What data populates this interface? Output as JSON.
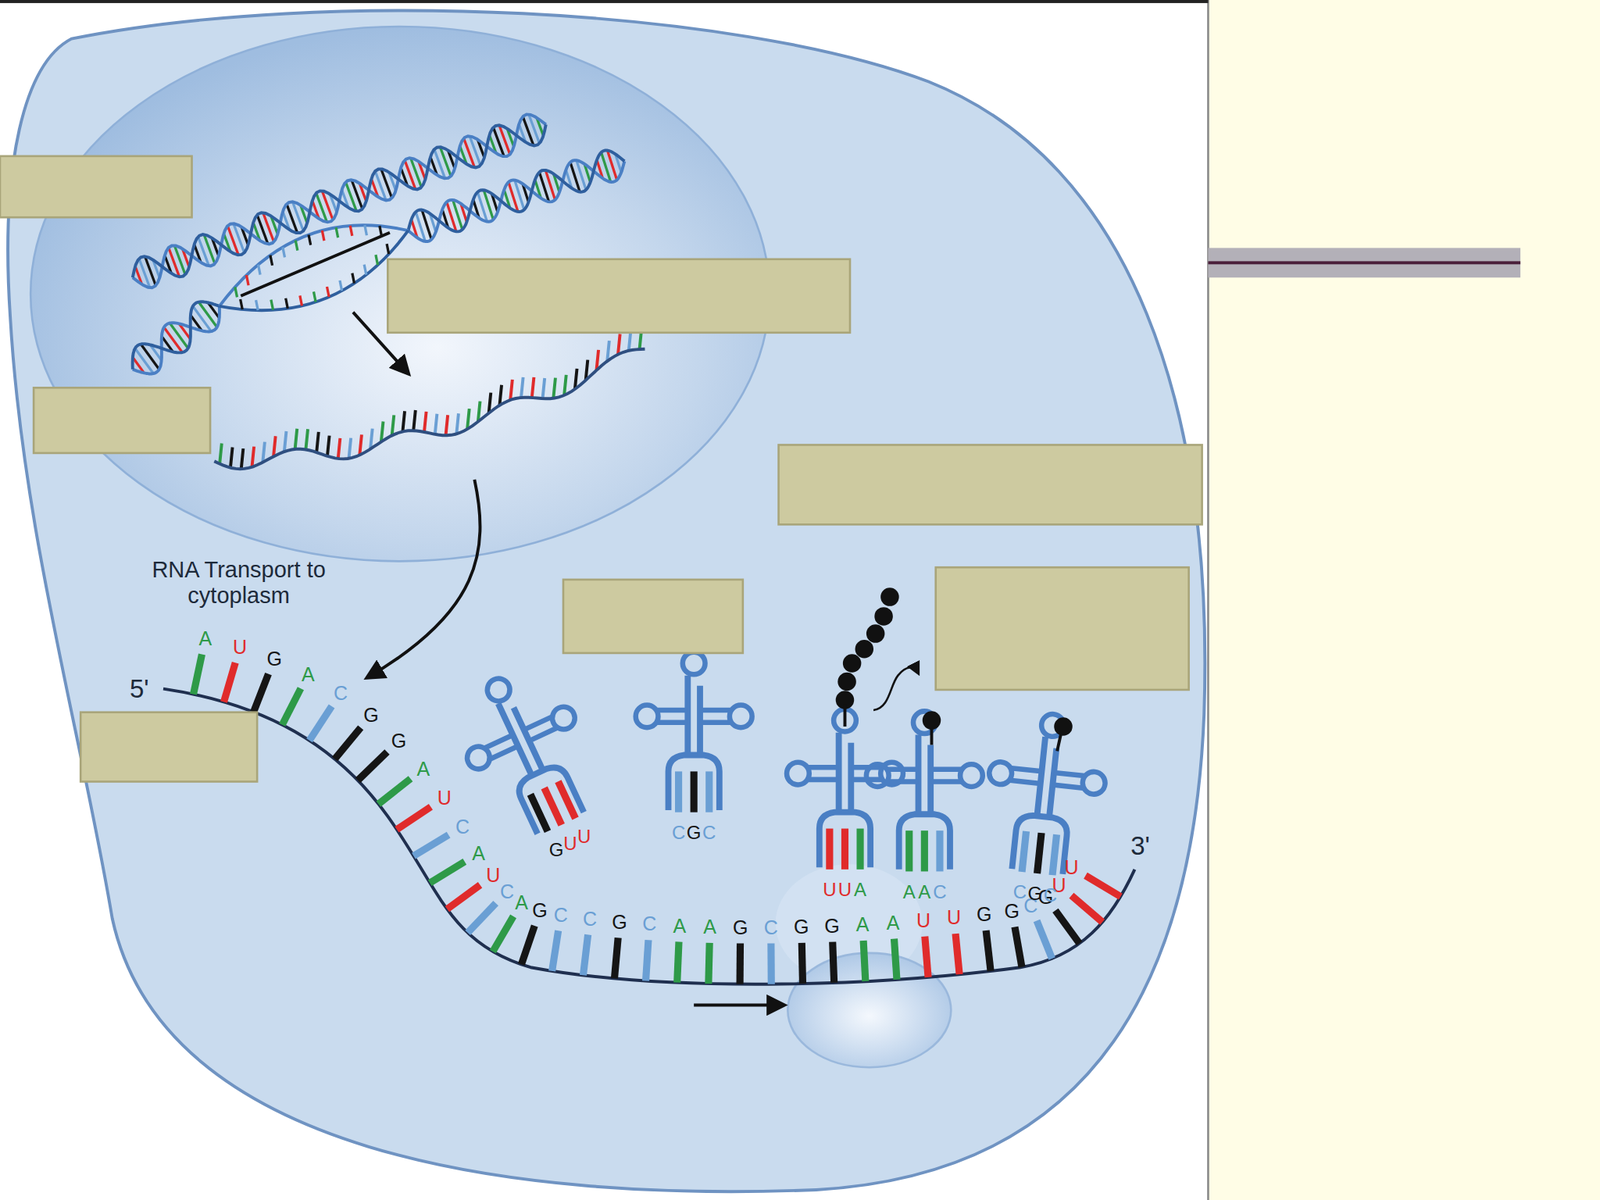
{
  "diagram": {
    "labels": [
      "RNA Transport to cytoplasm",
      "5'",
      "A",
      "U",
      "G",
      "A",
      "C",
      "G",
      "G",
      "A",
      "U",
      "C",
      "A",
      "U",
      "C",
      "A",
      "G",
      "C",
      "C",
      "G",
      "C",
      "A",
      "A",
      "G",
      "C",
      "G",
      "G",
      "A",
      "A",
      "U",
      "U",
      "G",
      "G",
      "C",
      "G",
      "U",
      "U",
      "3'",
      "G",
      "U",
      "U",
      "C",
      "G",
      "C",
      "U",
      "U",
      "A",
      "A",
      "A",
      "C",
      "C",
      "G",
      "C"
    ]
  }
}
